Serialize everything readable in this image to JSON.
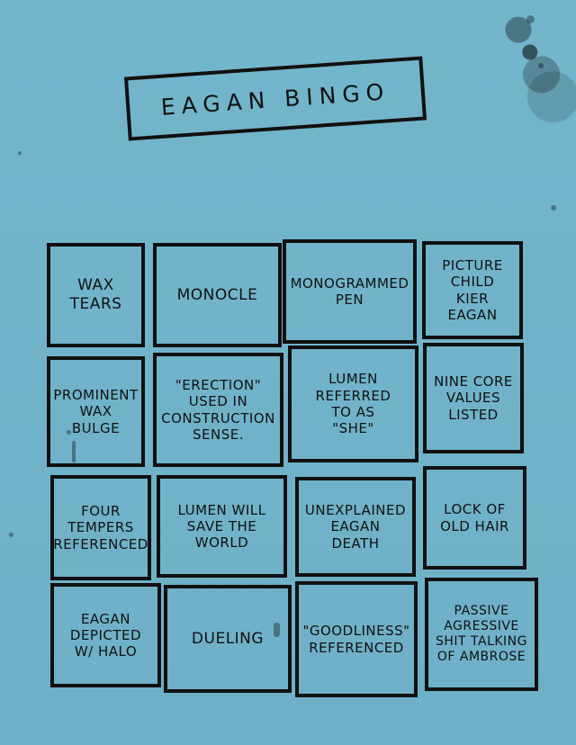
{
  "title": "EAGAN BINGO",
  "cells": [
    {
      "label": "WAX\nTEARS"
    },
    {
      "label": "MONOCLE"
    },
    {
      "label": "MONOGRAMMED\nPEN"
    },
    {
      "label": "PICTURE\nCHILD\nKIER EAGAN"
    },
    {
      "label": "PROMINENT\nWAX\nBULGE"
    },
    {
      "label": "\"ERECTION\"\nUSED IN\nCONSTRUCTION\nSENSE."
    },
    {
      "label": "LUMEN REFERRED\nTO AS\n\"SHE\""
    },
    {
      "label": "NINE CORE\nVALUES\nLISTED"
    },
    {
      "label": "FOUR\nTEMPERS\nREFERENCED"
    },
    {
      "label": "LUMEN WILL\nSAVE THE\nWORLD"
    },
    {
      "label": "UNEXPLAINED\nEAGAN\nDEATH"
    },
    {
      "label": "LOCK OF\nOLD HAIR"
    },
    {
      "label": "EAGAN\nDEPICTED\nW/ HALO"
    },
    {
      "label": "DUELING"
    },
    {
      "label": "\"GOODLINESS\"\nREFERENCED"
    },
    {
      "label": "PASSIVE AGRESSIVE\nSHIT TALKING\nOF AMBROSE"
    }
  ]
}
